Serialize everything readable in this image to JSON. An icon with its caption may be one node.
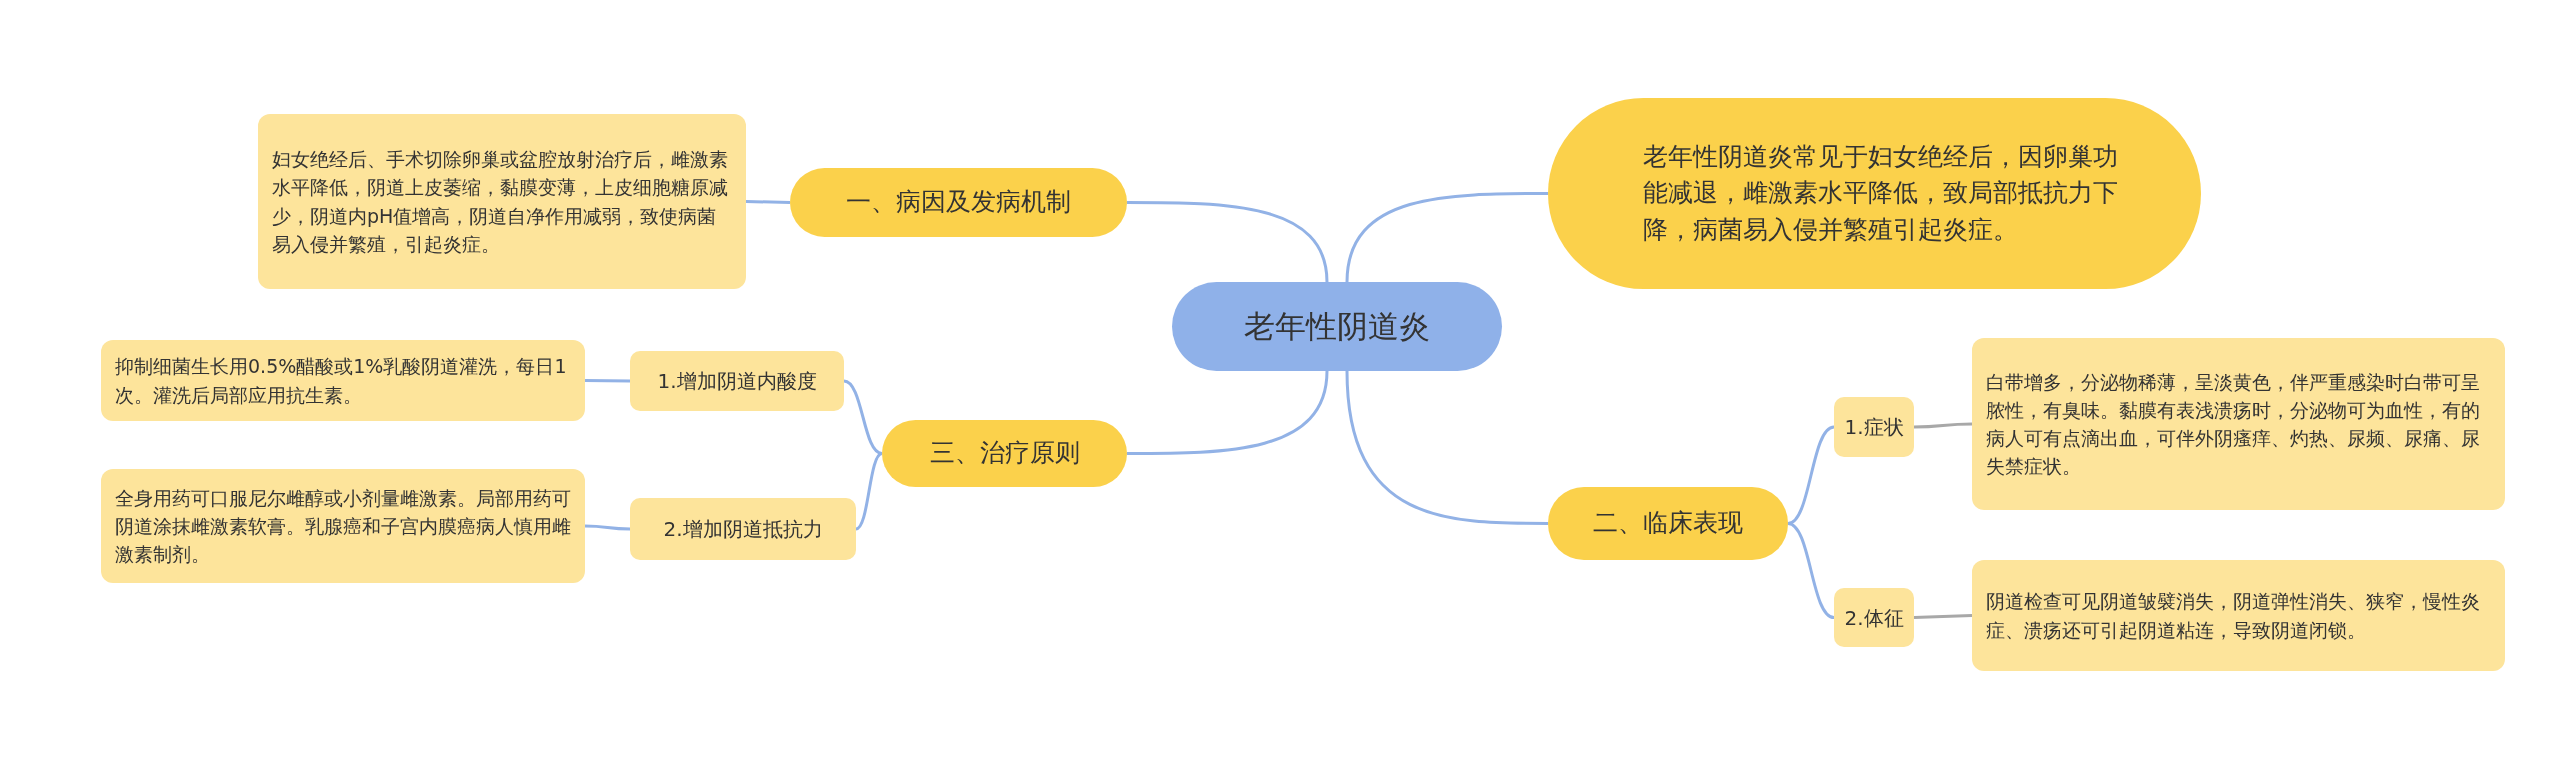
{
  "diagram": {
    "nodes": [
      {
        "text": [
          "老年性阴道炎"
        ]
      },
      {
        "text": [
          "一、病因及发病机制"
        ]
      },
      {
        "text": [
          "妇女绝经后、手术切除卵巢或盆腔放射治疗后，雌激素水平降低，阴道上皮萎缩，黏膜变薄，上皮细胞糖原减少，阴道内pH值增高，阴道自净作用减弱，致使病菌易入侵并繁殖，引起炎症。"
        ]
      },
      {
        "text": [
          "老年性阴道炎常见于妇女绝经后，因卵巢功能减退，雌激素水平降低，致局部抵抗力下降，病菌易入侵并繁殖引起炎症。"
        ]
      },
      {
        "text": [
          "三、治疗原则"
        ]
      },
      {
        "text": [
          "1.增加阴道内酸度"
        ]
      },
      {
        "text": [
          "抑制细菌生长用0.5%醋酸或1%乳酸阴道灌洗，每日1次。灌洗后局部应用抗生素。"
        ]
      },
      {
        "text": [
          "2.增加阴道抵抗力"
        ]
      },
      {
        "text": [
          "全身用药可口服尼尔雌醇或小剂量雌激素。局部用药可阴道涂抹雌激素软膏。乳腺癌和子宫内膜癌病人慎用雌激素制剂。"
        ]
      },
      {
        "text": [
          "二、临床表现"
        ]
      },
      {
        "text": [
          "1.症状"
        ]
      },
      {
        "text": [
          "白带增多，分泌物稀薄，呈淡黄色，伴严重感染时白带可呈脓性，有臭味。黏膜有表浅溃疡时，分泌物可为血性，有的病人可有点滴出血，可伴外阴瘙痒、灼热、尿频、尿痛、尿失禁症状。"
        ]
      },
      {
        "text": [
          "2.体征"
        ]
      },
      {
        "text": [
          "阴道检查可见阴道皱襞消失，阴道弹性消失、狭窄，慢性炎症、溃疡还可引起阴道粘连，导致阴道闭锁。"
        ]
      }
    ],
    "edges": [
      {
        "from": 0,
        "to": 1,
        "arrow": "none"
      },
      {
        "from": 1,
        "to": 2,
        "arrow": "none"
      },
      {
        "from": 0,
        "to": 3,
        "arrow": "none"
      },
      {
        "from": 0,
        "to": 4,
        "arrow": "none"
      },
      {
        "from": 4,
        "to": 5,
        "arrow": "none"
      },
      {
        "from": 5,
        "to": 6,
        "arrow": "none"
      },
      {
        "from": 4,
        "to": 7,
        "arrow": "none"
      },
      {
        "from": 7,
        "to": 8,
        "arrow": "none"
      },
      {
        "from": 0,
        "to": 9,
        "arrow": "none"
      },
      {
        "from": 9,
        "to": 10,
        "arrow": "none"
      },
      {
        "from": 10,
        "to": 11,
        "arrow": "none",
        "color": "#a8a8a8"
      },
      {
        "from": 9,
        "to": 12,
        "arrow": "none"
      },
      {
        "from": 12,
        "to": 13,
        "arrow": "none",
        "color": "#a8a8a8"
      }
    ]
  }
}
